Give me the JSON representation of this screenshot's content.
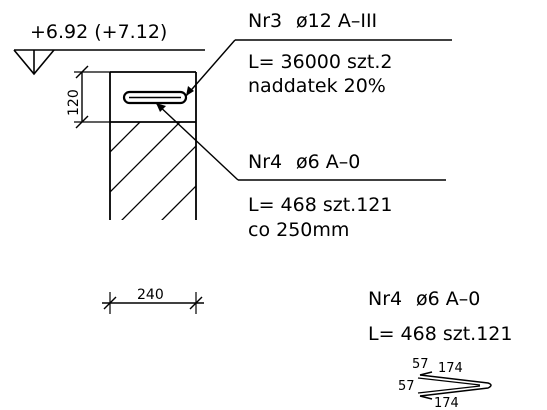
{
  "elevation": {
    "text": "+6.92  (+7.12)"
  },
  "bars": {
    "nr3": {
      "mark": "Nr3",
      "spec": "ø12 A–III",
      "length": "L=  36000 szt.2",
      "note": "naddatek 20%"
    },
    "nr4": {
      "mark": "Nr4",
      "spec": "ø6 A–0",
      "length": "L=  468 szt.121",
      "note": "co 250mm"
    },
    "nr4_detail": {
      "mark": "Nr4",
      "spec": "ø6 A–0",
      "length": "L=  468 szt.121",
      "dims": {
        "top_hook": "57",
        "top_len": "174",
        "left_hook": "57",
        "bottom_len": "174"
      }
    }
  },
  "dimensions": {
    "height": "120",
    "width": "240"
  }
}
